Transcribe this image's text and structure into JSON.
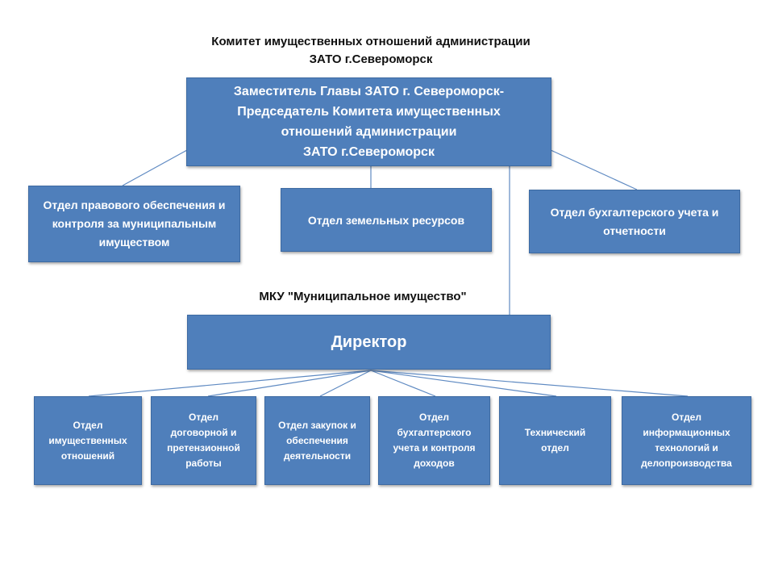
{
  "committee": {
    "caption_line1": "Комитет имущественных отношений администрации",
    "caption_line2": "ЗАТО г.Североморск",
    "head": {
      "line1": "Заместитель Главы ЗАТО г. Североморск-",
      "line2": "Председатель Комитета имущественных",
      "line3": "отношений администрации",
      "line4": "ЗАТО г.Североморск"
    },
    "departments": [
      "Отдел правового обеспечения и контроля за муниципальным имуществом",
      "Отдел земельных ресурсов",
      "Отдел бухгалтерского учета и отчетности"
    ]
  },
  "mku": {
    "caption": "МКУ \"Муниципальное имущество\"",
    "director": "Директор",
    "departments": [
      "Отдел имущественных отношений",
      "Отдел договорной и претензионной работы",
      "Отдел закупок и обеспечения деятельности",
      "Отдел бухгалтерского учета и контроля доходов",
      "Технический отдел",
      "Отдел информационных технологий и делопроизводства"
    ]
  },
  "colors": {
    "box_fill": "#4f7fbb",
    "box_border": "#3d6aa2",
    "connector": "#5f8ac2",
    "text": "#ffffff"
  }
}
